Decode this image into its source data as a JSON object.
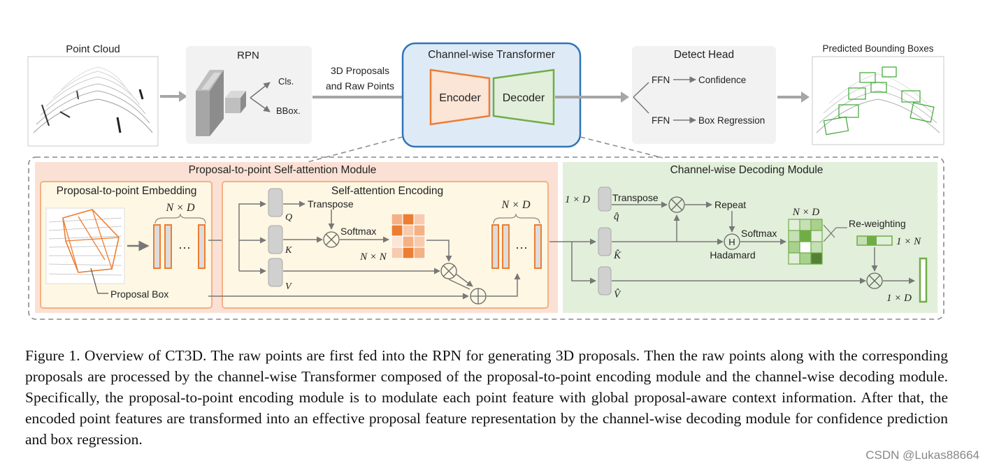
{
  "top": {
    "point_cloud_label": "Point Cloud",
    "rpn_label": "RPN",
    "cls_label": "Cls.",
    "bbox_label": "BBox.",
    "proposals_line1": "3D Proposals",
    "proposals_line2": "and Raw Points",
    "transformer_label": "Channel-wise Transformer",
    "encoder_label": "Encoder",
    "decoder_label": "Decoder",
    "detect_head_label": "Detect Head",
    "ffn_top": "FFN",
    "confidence_label": "Confidence",
    "ffn_bottom": "FFN",
    "box_regression_label": "Box Regression",
    "predicted_label": "Predicted Bounding Boxes"
  },
  "encoding_module": {
    "title": "Proposal-to-point Self-attention Module",
    "embedding_title": "Proposal-to-point Embedding",
    "embedding_dim": "N × D",
    "proposal_box_label": "Proposal Box",
    "self_attention_title": "Self-attention Encoding",
    "q_label": "Q",
    "k_label": "K",
    "v_label": "V",
    "transpose_label": "Transpose",
    "softmax_label": "Softmax",
    "attn_dim": "N × N",
    "output_dim": "N × D"
  },
  "decoding_module": {
    "title": "Channel-wise Decoding Module",
    "q_dim": "1 × D",
    "transpose_label": "Transpose",
    "q_hat": "q̂",
    "k_hat": "K̂",
    "v_hat": "V̂",
    "repeat_label": "Repeat",
    "softmax_label": "Softmax",
    "hadamard_label": "Hadamard",
    "hadamard_symbol": "H",
    "matrix_dim": "N × D",
    "reweighting_label": "Re-weighting",
    "weight_dim": "1 × N",
    "output_dim": "1 × D"
  },
  "colors": {
    "encoder_orange": "#ed7d31",
    "decoder_green": "#70ad47",
    "transformer_blue": "#2e75b6",
    "encoding_bg": "#fbe1d5",
    "decoding_bg": "#e2efda",
    "inner_bg": "#fef7e3"
  },
  "caption": "Figure 1. Overview of CT3D. The raw points are first fed into the RPN for generating 3D proposals. Then the raw points along with the corresponding proposals are processed by the channel-wise Transformer composed of the proposal-to-point encoding module and the channel-wise decoding module. Specifically, the proposal-to-point encoding module is to modulate each point feature with global proposal-aware context information. After that, the encoded point features are transformed into an effective proposal feature representation by the channel-wise decoding module for confidence prediction and box regression.",
  "watermark": "CSDN @Lukas88664"
}
